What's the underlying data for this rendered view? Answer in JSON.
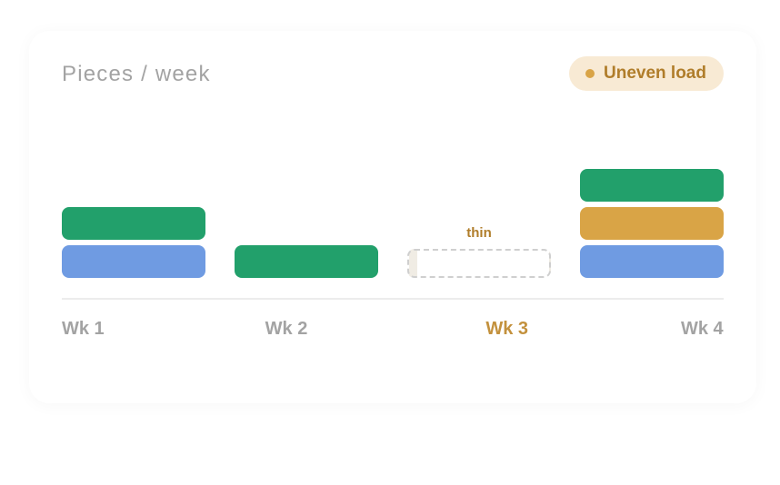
{
  "header": {
    "title": "Pieces / week",
    "badge_label": "Uneven load"
  },
  "colors": {
    "blue": "#6f9be2",
    "green": "#22a06b",
    "amber": "#d9a446",
    "highlight": "#c3913d"
  },
  "chart_data": {
    "type": "bar",
    "stacked": true,
    "title": "Pieces / week",
    "xlabel": "",
    "ylabel": "",
    "categories": [
      "Wk 1",
      "Wk 2",
      "Wk 3",
      "Wk 4"
    ],
    "highlight_category": "Wk 3",
    "series": [
      {
        "color": "#6f9be2",
        "values": [
          1,
          0,
          0,
          1
        ]
      },
      {
        "color": "#d9a446",
        "values": [
          0,
          0,
          0,
          1
        ]
      },
      {
        "color": "#22a06b",
        "values": [
          1,
          1,
          0,
          1
        ]
      }
    ],
    "totals": [
      2,
      1,
      0,
      3
    ],
    "annotations": [
      {
        "category": "Wk 3",
        "text": "thin"
      }
    ],
    "grid": false,
    "legend": "none",
    "status": "Uneven load"
  }
}
